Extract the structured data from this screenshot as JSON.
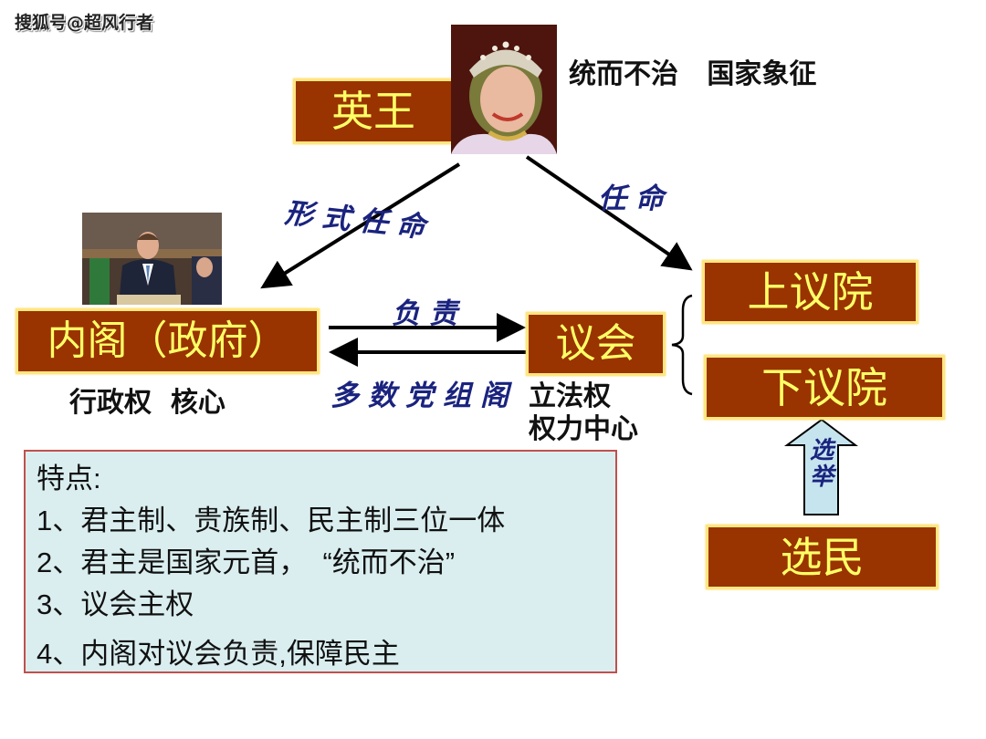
{
  "watermark": "搜狐号@超风行者",
  "monarch": {
    "label": "英王",
    "photo_icon": "queen-portrait",
    "note": "统而不治   国家象征"
  },
  "cabinet": {
    "label": "内阁（政府）",
    "photo_icon": "prime-minister-photo",
    "note": "行政权  核心"
  },
  "parliament": {
    "label": "议会",
    "note_line1": "立法权",
    "note_line2": "权力中心"
  },
  "upper_house": {
    "label": "上议院"
  },
  "lower_house": {
    "label": "下议院"
  },
  "voters": {
    "label": "选民"
  },
  "arrows": {
    "formal_appointment": "形式任命",
    "appointment": "任命",
    "responsible": "负责",
    "majority_party_forms_cabinet": "多数党组阁",
    "election_char1": "选",
    "election_char2": "举"
  },
  "features": {
    "title": "特点:",
    "items": [
      "1、君主制、贵族制、民主制三位一体",
      "2、君主是国家元首，  “统而不治”",
      "3、议会主权",
      "4、内阁对议会负责,保障民主"
    ]
  },
  "colors": {
    "box_fill": "#993300",
    "box_text": "#ffff66",
    "box_border": "#ffe680",
    "label_blue": "#1a237e",
    "features_bg": "#daeef0",
    "features_border": "#c0504d",
    "election_arrow": "#c6e4ee"
  }
}
